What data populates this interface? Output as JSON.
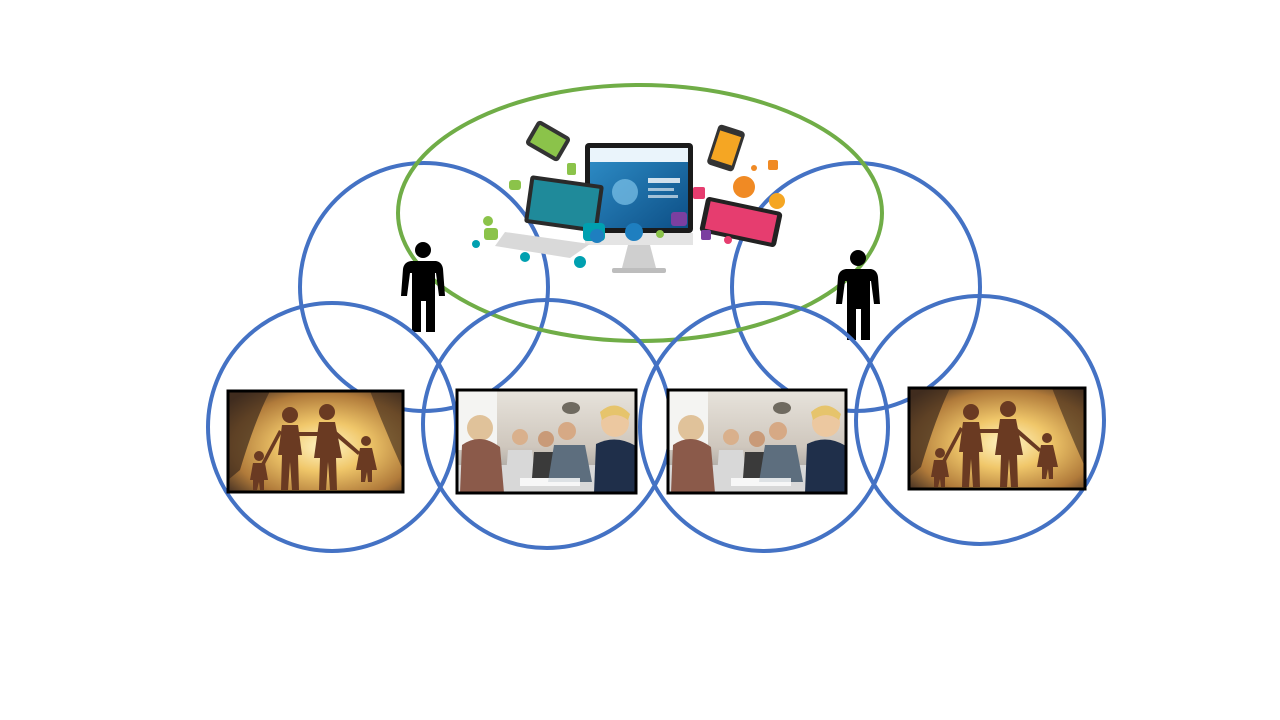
{
  "diagram": {
    "nodes": [
      {
        "id": "upper-circle-left",
        "shape": "circle",
        "stroke": "#4472C4"
      },
      {
        "id": "upper-circle-right",
        "shape": "circle",
        "stroke": "#4472C4"
      },
      {
        "id": "lower-circle-1",
        "shape": "circle",
        "stroke": "#4472C4",
        "photo": "family-silhouette"
      },
      {
        "id": "lower-circle-2",
        "shape": "circle",
        "stroke": "#4472C4",
        "photo": "team-meeting"
      },
      {
        "id": "lower-circle-3",
        "shape": "circle",
        "stroke": "#4472C4",
        "photo": "team-meeting"
      },
      {
        "id": "lower-circle-4",
        "shape": "circle",
        "stroke": "#4472C4",
        "photo": "family-silhouette"
      },
      {
        "id": "top-ellipse",
        "shape": "ellipse",
        "stroke": "#70AD47",
        "content": "multi-device-web-illustration"
      }
    ],
    "people": [
      {
        "id": "person-left",
        "icon": "person-icon"
      },
      {
        "id": "person-right",
        "icon": "person-icon"
      }
    ],
    "colors": {
      "circle_stroke": "#4472C4",
      "ellipse_stroke": "#70AD47",
      "person_fill": "#000000",
      "photo_border": "#000000"
    }
  }
}
